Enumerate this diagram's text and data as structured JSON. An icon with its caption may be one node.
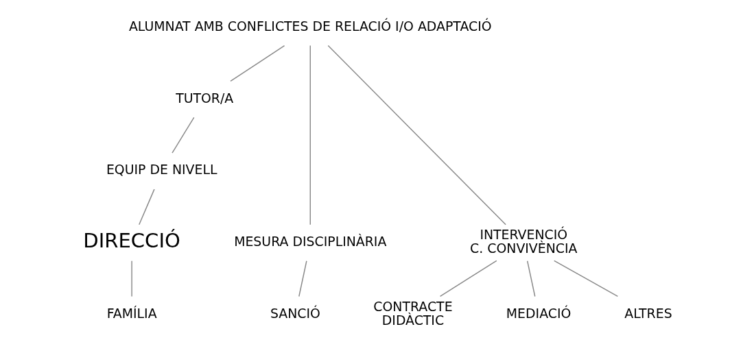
{
  "diagram": {
    "nodes": [
      {
        "text": [
          "ALUMNAT AMB CONFLICTES DE RELACIÓ I/O ADAPTACIÓ"
        ]
      },
      {
        "text": [
          "TUTOR/A"
        ]
      },
      {
        "text": [
          "EQUIP DE NIVELL"
        ]
      },
      {
        "text": [
          "MESURA DISCIPLINÀRIA"
        ]
      },
      {
        "text": [
          "DIRECCIÓ"
        ]
      },
      {
        "text": [
          "INTERVENCIÓ C. CONVIVÈNCIA"
        ]
      },
      {
        "text": [
          "SANCIÓ"
        ]
      },
      {
        "text": [
          "FAMÍLIA"
        ]
      },
      {
        "text": [
          "CONTRACTE DIDÀCTIC"
        ]
      },
      {
        "text": [
          "MEDIACIÓ"
        ]
      },
      {
        "text": [
          "ALTRES"
        ]
      }
    ],
    "edges": [
      {
        "from": 0,
        "to": 1,
        "arrow": "none"
      },
      {
        "from": 1,
        "to": 2,
        "arrow": "none"
      },
      {
        "from": 2,
        "to": 4,
        "arrow": "none"
      },
      {
        "from": 0,
        "to": 3,
        "arrow": "none"
      },
      {
        "from": 0,
        "to": 5,
        "arrow": "none"
      },
      {
        "from": 3,
        "to": 6,
        "arrow": "none"
      },
      {
        "from": 4,
        "to": 7,
        "arrow": "none"
      },
      {
        "from": 5,
        "to": 8,
        "arrow": "none"
      },
      {
        "from": 5,
        "to": 9,
        "arrow": "none"
      },
      {
        "from": 5,
        "to": 10,
        "arrow": "none"
      }
    ]
  }
}
